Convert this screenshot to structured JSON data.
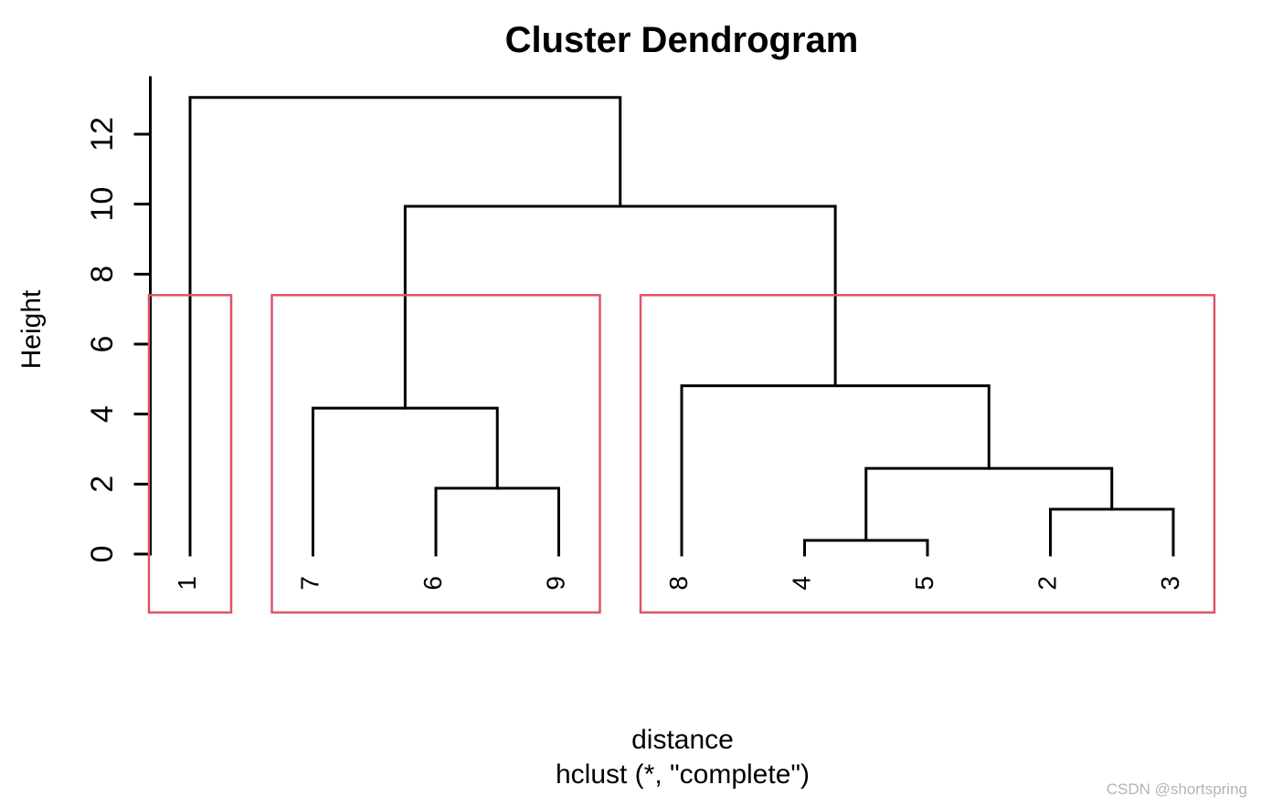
{
  "watermark": {
    "text": "CSDN @shortspring",
    "color": "#b5b5b5"
  },
  "chart_data": {
    "type": "dendrogram",
    "title": "Cluster Dendrogram",
    "xlabel": "distance",
    "sub_label": "hclust (*, \"complete\")",
    "ylabel": "Height",
    "yticks": [
      0,
      2,
      4,
      6,
      8,
      10,
      12
    ],
    "ylim": [
      0,
      13.6
    ],
    "grid": false,
    "line_color": "#000000",
    "leaf_order": [
      "1",
      "7",
      "6",
      "9",
      "8",
      "4",
      "5",
      "2",
      "3"
    ],
    "tree": {
      "height": 13.05,
      "children": [
        {
          "leaf": "1"
        },
        {
          "height": 9.94,
          "children": [
            {
              "height": 4.17,
              "children": [
                {
                  "leaf": "7"
                },
                {
                  "height": 1.88,
                  "children": [
                    {
                      "leaf": "6"
                    },
                    {
                      "leaf": "9"
                    }
                  ]
                }
              ]
            },
            {
              "height": 4.81,
              "children": [
                {
                  "leaf": "8"
                },
                {
                  "height": 2.45,
                  "children": [
                    {
                      "height": 0.39,
                      "children": [
                        {
                          "leaf": "4"
                        },
                        {
                          "leaf": "5"
                        }
                      ]
                    },
                    {
                      "height": 1.28,
                      "children": [
                        {
                          "leaf": "2"
                        },
                        {
                          "leaf": "3"
                        }
                      ]
                    }
                  ]
                }
              ]
            }
          ]
        }
      ]
    },
    "clusters": {
      "k": 3,
      "cut_height": 7.4,
      "box_color": "#dd5468",
      "groups": [
        [
          "1"
        ],
        [
          "7",
          "6",
          "9"
        ],
        [
          "8",
          "4",
          "5",
          "2",
          "3"
        ]
      ]
    }
  }
}
